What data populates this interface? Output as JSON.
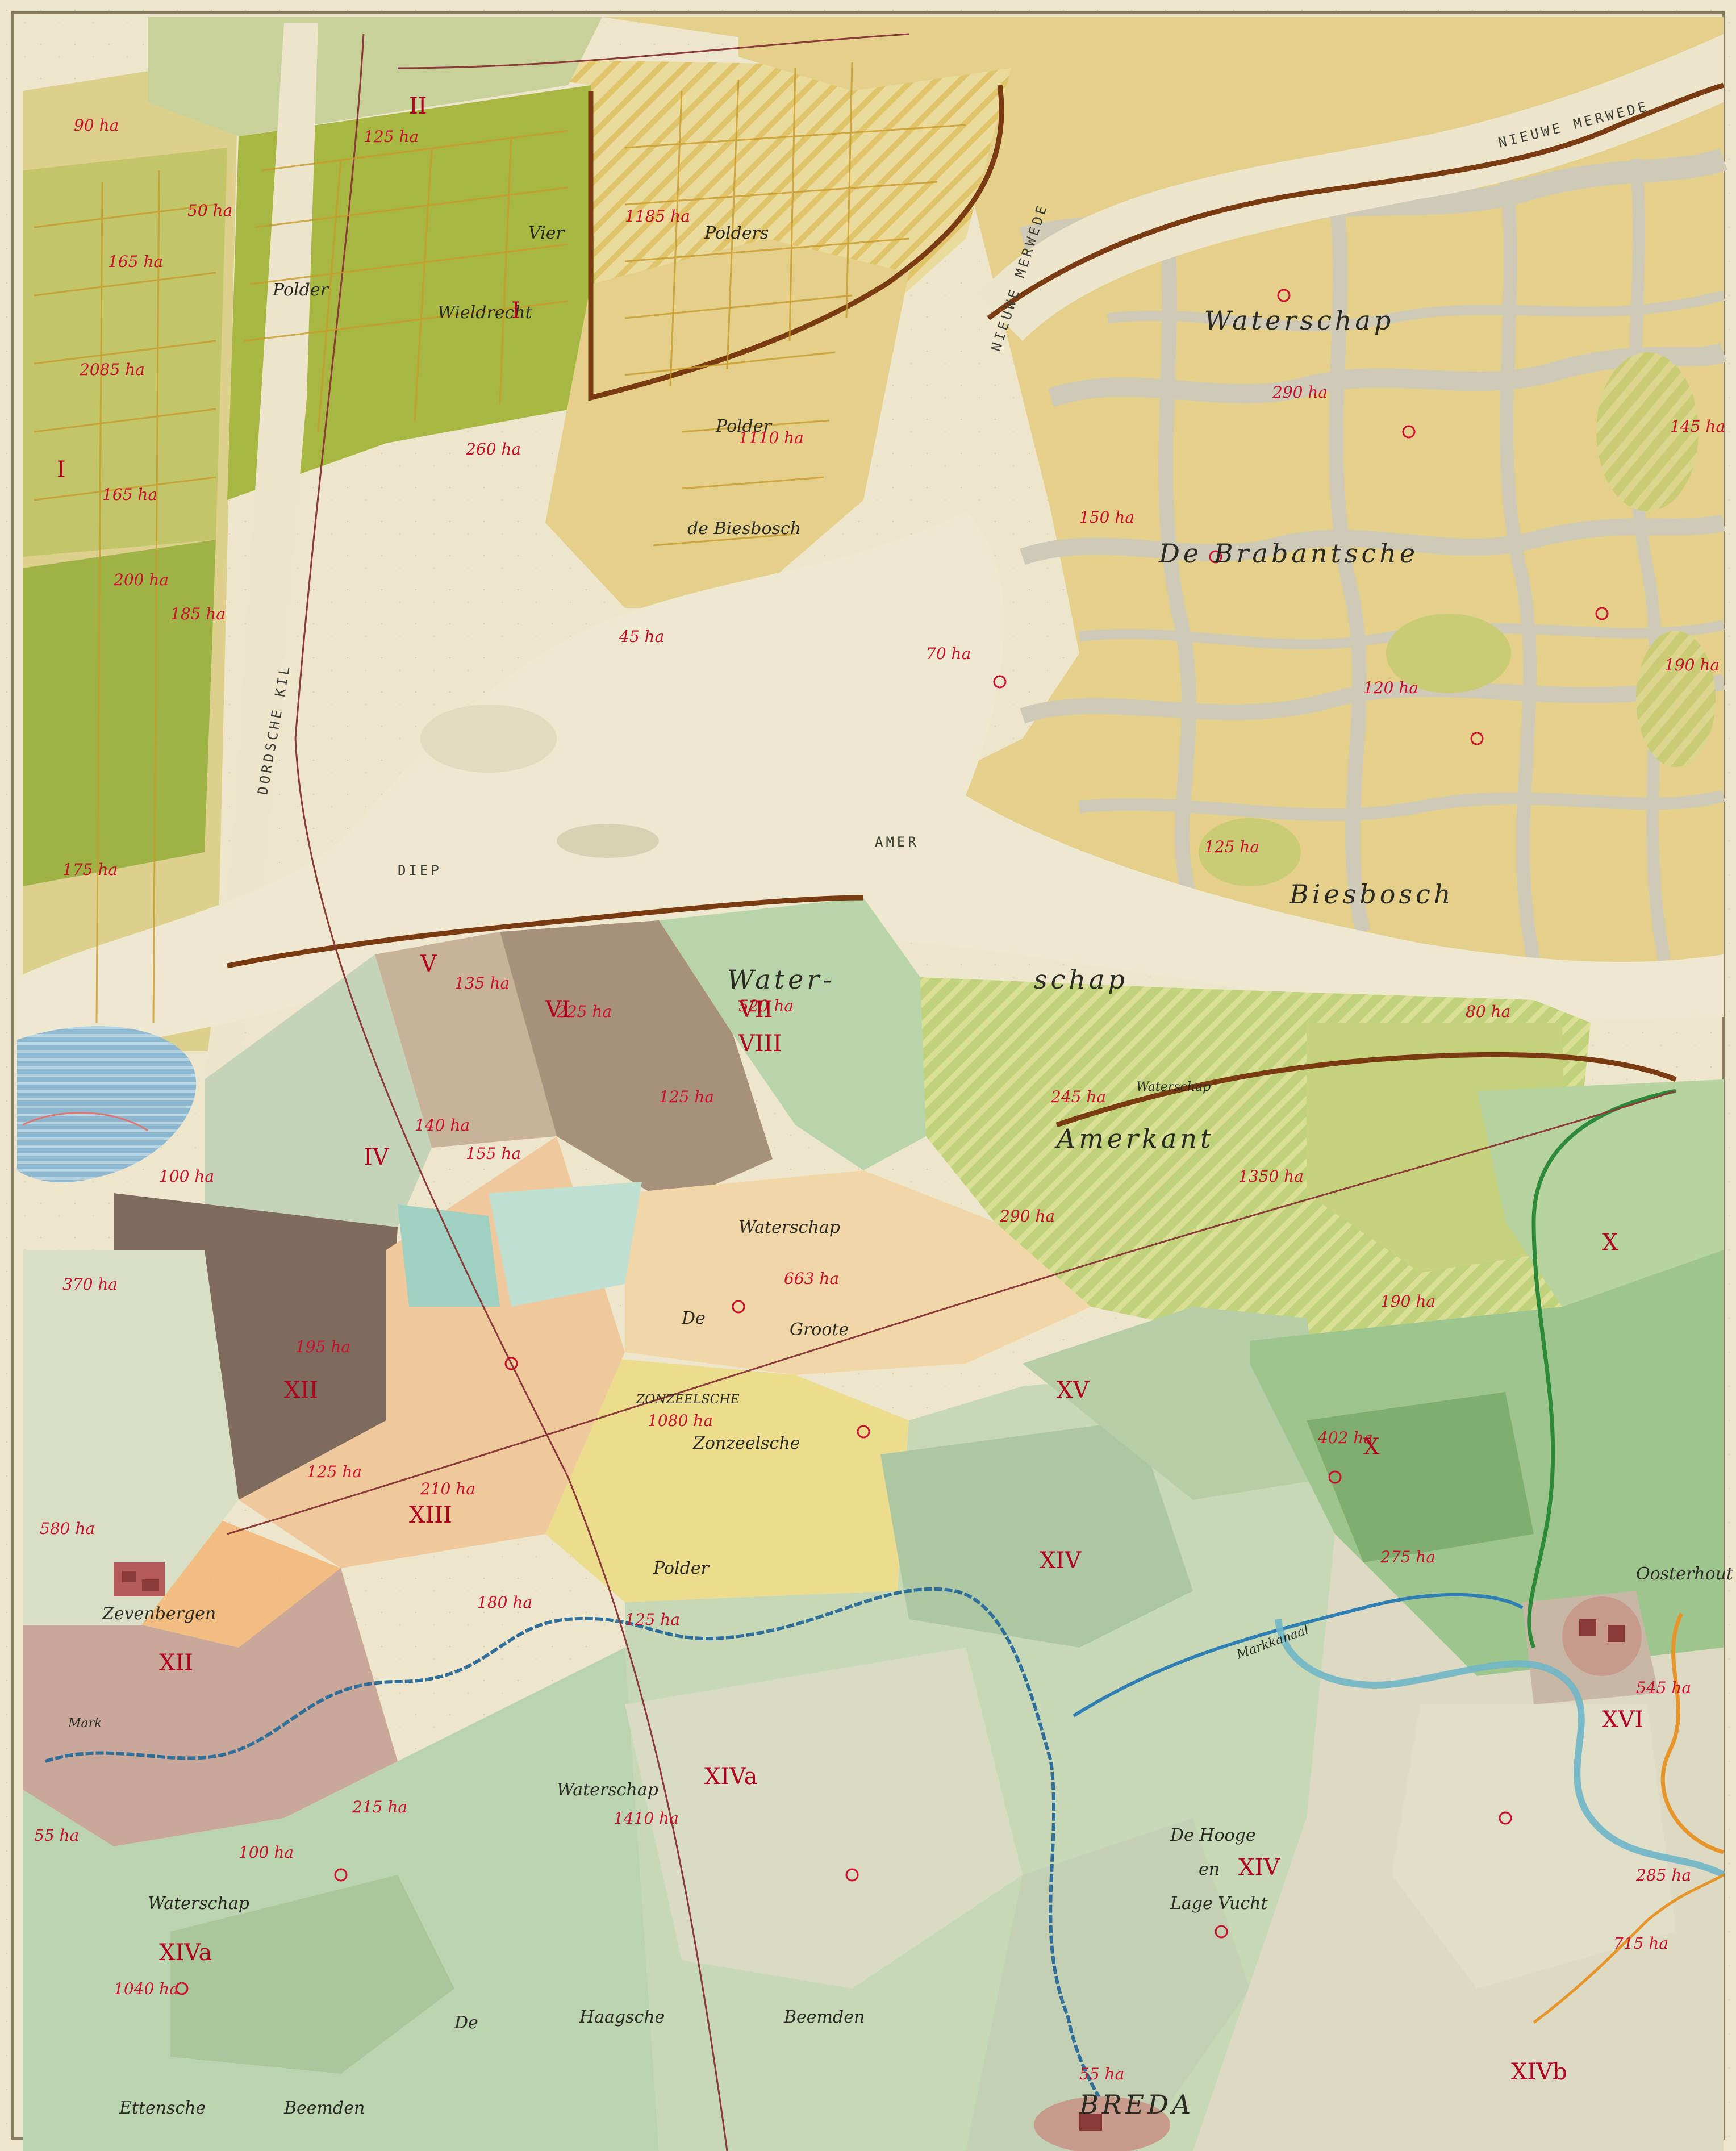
{
  "colors": {
    "paper": "#eee6cc",
    "water": "#ece5cc",
    "water_blue": "#9cc4d8",
    "creek": "#c9c5b3",
    "yellow_polder": "#e8d68e",
    "dark_yellow": "#d8c068",
    "olive": "#b8c25a",
    "olive_dark": "#9aaa3c",
    "green_light": "#c9dcb4",
    "green": "#a9c98f",
    "green_dark": "#7fae6e",
    "tan": "#dcc3a2",
    "brown": "#a48a72",
    "brown_dark": "#7c6a5e",
    "peach": "#edc69d",
    "grey_green": "#c5ccb0",
    "canal_blue": "#2f7fb5",
    "district_red": "#c8102e",
    "dyke_brown": "#7a3b12"
  },
  "labels": {
    "waterschap_ne": "Waterschap",
    "brabantsche": "De Brabantsche",
    "biesbosch": "Biesbosch",
    "polder_biesbosch": "Polder",
    "de_biesbosch": "de Biesbosch",
    "vier_polders_a": "Vier",
    "vier_polders_b": "Polders",
    "polder_wieldrecht_a": "Polder",
    "polder_wieldrecht_b": "Wieldrecht",
    "amerkant_a": "Waterschap",
    "amerkant_b": "Amerkant",
    "water_schap_a": "Water-",
    "water_schap_b": "schap",
    "zonzeelsche_a": "ZONZEELSCHE",
    "zonzeelsche_b": "Zonzeelsche",
    "zonzeelsche_c": "Polder",
    "groote_a": "Waterschap",
    "groote_b": "De",
    "groote_c": "Groote",
    "zevenbergen": "Zevenbergen",
    "oosterhout": "Oosterhout",
    "breda": "BREDA",
    "haagsche_a": "Waterschap",
    "haagsche_b": "Haagsche",
    "beemden": "Beemden",
    "de_lage_vucht_a": "De Hooge",
    "de_lage_vucht_b": "en",
    "de_lage_vucht_c": "Lage Vucht",
    "ettensche": "Ettensche",
    "beemden2": "Beemden",
    "de_sw": "De",
    "waterschap_sw": "Waterschap",
    "dortsche_kil": "DORDSCHE KIL",
    "diep": "DIEP",
    "amer": "AMER",
    "mark": "Mark",
    "markkanaal": "Markkanaal",
    "nieuwe_merwede": "NIEUWE MERWEDE",
    "nieuwe_merwede2": "NIEUWE MERWEDE"
  },
  "areas": {
    "a1": "165 ha",
    "a2": "90 ha",
    "a3": "50 ha",
    "a4": "165 ha",
    "a5": "2085 ha",
    "a6": "185 ha",
    "a7": "200 ha",
    "a8": "175 ha",
    "a9": "125 ha",
    "a10": "1185 ha",
    "a11": "260 ha",
    "a12": "1110 ha",
    "a13": "45 ha",
    "a14": "70 ha",
    "a15": "290 ha",
    "a16": "150 ha",
    "a17": "145 ha",
    "a18": "120 ha",
    "a19": "190 ha",
    "a20": "125 ha",
    "a21": "135 ha",
    "a22": "225 ha",
    "a23": "520 ha",
    "a24": "125 ha",
    "a25": "245 ha",
    "a26": "1350 ha",
    "a27": "290 ha",
    "a28": "663 ha",
    "a29": "1080 ha",
    "a30": "370 ha",
    "a31": "195 ha",
    "a32": "125 ha",
    "a33": "210 ha",
    "a34": "580 ha",
    "a35": "125 ha",
    "a36": "215 ha",
    "a37": "100 ha",
    "a38": "1410 ha",
    "a39": "1040 ha",
    "a40": "55 ha",
    "a41": "402 ha",
    "a42": "190 ha",
    "a43": "275 ha",
    "a44": "545 ha",
    "a45": "285 ha",
    "a46": "715 ha",
    "a47": "140 ha",
    "a48": "155 ha",
    "a49": "100 ha",
    "a50": "55 ha",
    "a51": "80 ha",
    "a52": "180 ha"
  },
  "districts": {
    "d_I_nw": "I",
    "d_I_w": "I",
    "d_II": "II",
    "d_IV": "IV",
    "d_V": "V",
    "d_VI": "VI",
    "d_VII": "VII",
    "d_VIII": "VIII",
    "d_X": "X",
    "d_X2": "X",
    "d_XII": "XII",
    "d_XII2": "XII",
    "d_XIII": "XIII",
    "d_XIV": "XIV",
    "d_XIVa": "XIVa",
    "d_XIVb": "XIVb",
    "d_XIV2": "XIV",
    "d_XIV3": "XIVa",
    "d_XV": "XV",
    "d_XVI": "XVI"
  }
}
